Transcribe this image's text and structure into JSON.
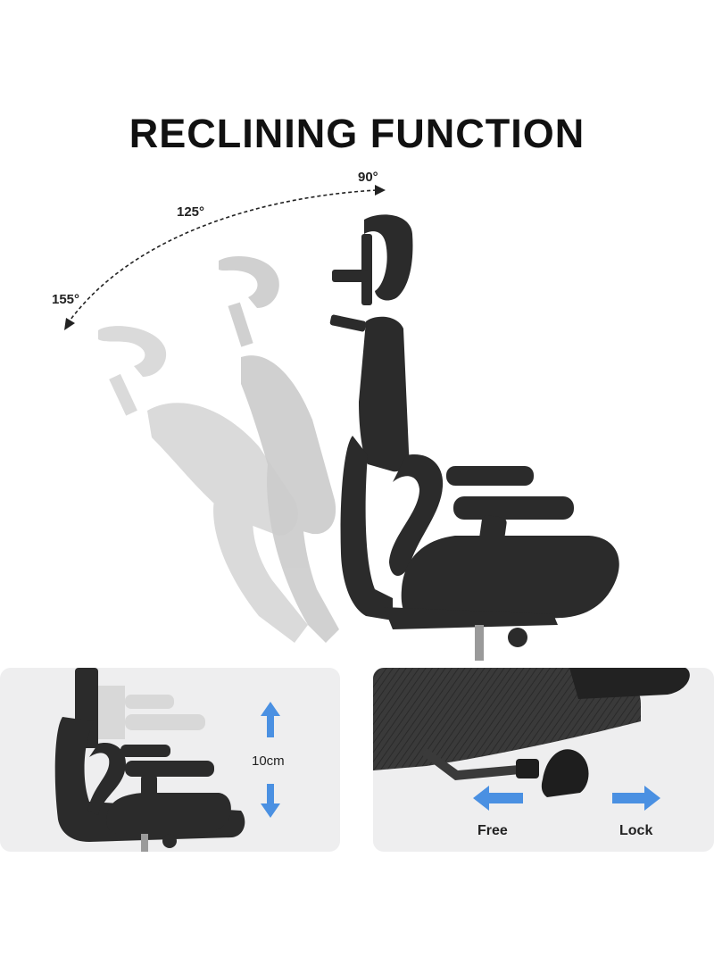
{
  "title": "RECLINING FUNCTION",
  "angles": {
    "a90": "90°",
    "a125": "125°",
    "a155": "155°"
  },
  "height_panel": {
    "adjust_label": "10cm",
    "arrow_color": "#4a90e2"
  },
  "lever_panel": {
    "left_label": "Free",
    "right_label": "Lock",
    "arrow_color": "#4a90e2"
  },
  "colors": {
    "chair": "#2b2b2b",
    "ghost": "#cfcfcf",
    "panel_bg": "#eeeeef"
  }
}
